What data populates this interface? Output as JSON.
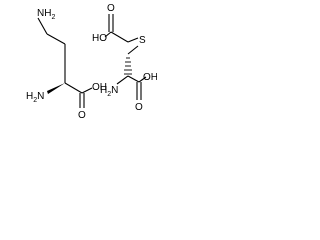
{
  "molecules": {
    "lysine": {
      "amine_top": "NH",
      "amine_top_sub": "2",
      "amine_alpha": "H",
      "amine_alpha_sub": "2",
      "amine_alpha_N": "N",
      "carboxyl_O": "O",
      "carboxyl_OH": "OH"
    },
    "carboxymethylcysteine": {
      "acid_HO": "HO",
      "acid_O": "O",
      "sulfur": "S",
      "amine_H": "H",
      "amine_sub": "2",
      "amine_N": "N",
      "carboxyl_O": "O",
      "carboxyl_OH": "OH"
    }
  }
}
